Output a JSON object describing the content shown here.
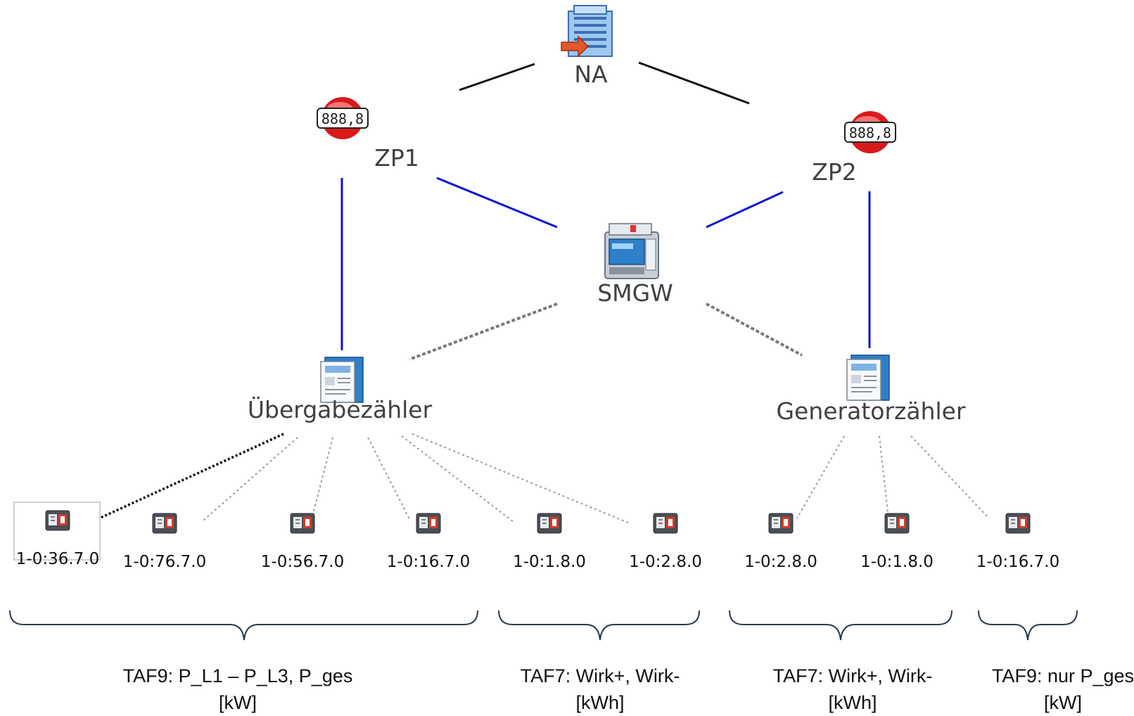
{
  "nodes": {
    "na": "NA",
    "zp1": "ZP1",
    "zp2": "ZP2",
    "smgw": "SMGW",
    "meter1": "Übergabezähler",
    "meter2": "Generatorzähler"
  },
  "obis": [
    "1-0:36.7.0",
    "1-0:76.7.0",
    "1-0:56.7.0",
    "1-0:16.7.0",
    "1-0:1.8.0",
    "1-0:2.8.0",
    "1-0:2.8.0",
    "1-0:1.8.0",
    "1-0:16.7.0"
  ],
  "groups": [
    {
      "line1": "TAF9: P_L1 – P_L3,  P_ges",
      "line2": "[kW]"
    },
    {
      "line1": "TAF7: Wirk+, Wirk-",
      "line2": "[kWh]"
    },
    {
      "line1": "TAF7: Wirk+, Wirk-",
      "line2": "[kWh]"
    },
    {
      "line1": "TAF9: nur P_ges",
      "line2": "[kW]"
    }
  ],
  "meter_display": "888,8",
  "colors": {
    "black_line": "#111111",
    "blue_line": "#0a14d6",
    "dashed_line": "#7a7a7a",
    "dotted_line": "#9a9a9a",
    "bracket": "#2a3a4a"
  }
}
